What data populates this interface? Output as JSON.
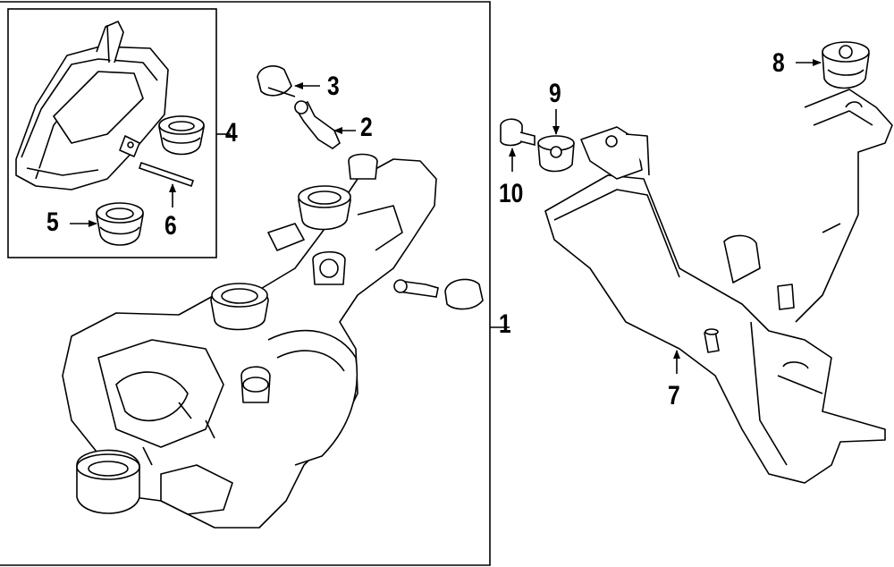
{
  "diagram": {
    "callouts": {
      "c1": "1",
      "c2": "2",
      "c3": "3",
      "c4": "4",
      "c5": "5",
      "c6": "6",
      "c7": "7",
      "c8": "8",
      "c9": "9",
      "c10": "10"
    },
    "colors": {
      "line": "#000000",
      "background": "#ffffff",
      "part_fill": "#ffffff"
    }
  }
}
